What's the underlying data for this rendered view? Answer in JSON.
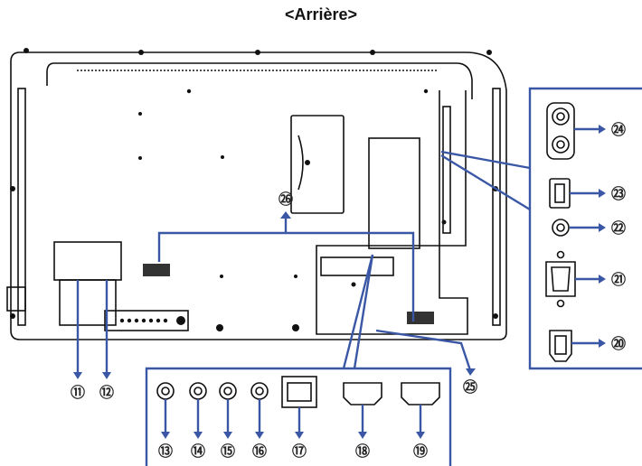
{
  "title": "<Arrière>",
  "callouts": [
    {
      "id": "11",
      "label": "⑪"
    },
    {
      "id": "12",
      "label": "⑫"
    },
    {
      "id": "13",
      "label": "⑬"
    },
    {
      "id": "14",
      "label": "⑭"
    },
    {
      "id": "15",
      "label": "⑮"
    },
    {
      "id": "16",
      "label": "⑯"
    },
    {
      "id": "17",
      "label": "⑰"
    },
    {
      "id": "18",
      "label": "⑱"
    },
    {
      "id": "19",
      "label": "⑲"
    },
    {
      "id": "20",
      "label": "⑳"
    },
    {
      "id": "21",
      "label": "㉑"
    },
    {
      "id": "22",
      "label": "㉒"
    },
    {
      "id": "23",
      "label": "㉓"
    },
    {
      "id": "24",
      "label": "㉔"
    },
    {
      "id": "25",
      "label": "㉕"
    },
    {
      "id": "26",
      "label": "㉖"
    }
  ],
  "colors": {
    "callout_line": "#3a57a6",
    "outline": "#111111",
    "speaker": "#333333"
  },
  "icons": [
    "rs232-port-icon",
    "headphone-jack-icon",
    "audio-jack-icon",
    "lan-port-icon",
    "hdmi-port-icon",
    "vga-port-icon",
    "usb-port-icon",
    "rca-jack-icon",
    "kensington-slot-icon"
  ]
}
